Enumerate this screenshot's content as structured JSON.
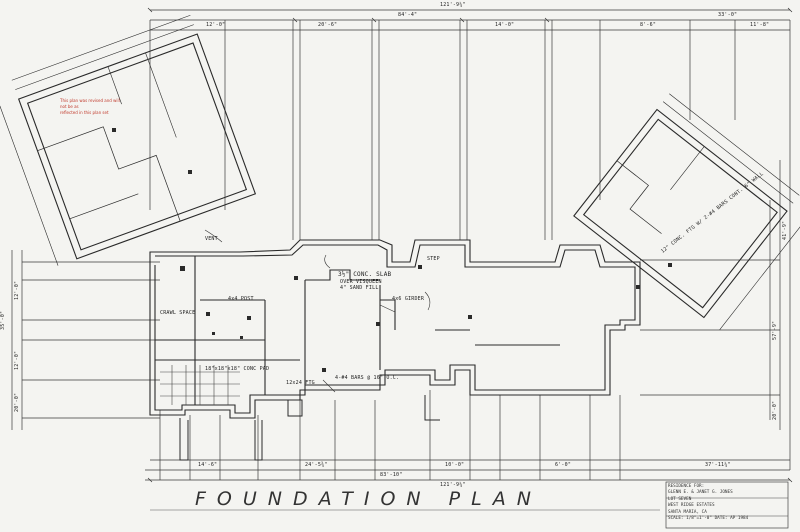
{
  "sheet": {
    "title": "FOUNDATION PLAN",
    "note_red": [
      "This plan was revised and will not be as",
      "reflected in this plan set"
    ],
    "title_block": {
      "line1": "RESIDENCE FOR:",
      "line2": "GLENN E. & JANET G. JONES",
      "line3": "LOT SEVEN",
      "line4": "WEST RIDGE ESTATES",
      "line5": "SANTA MARIA, CA",
      "scale": "SCALE: 1/8\"=1'-0\"",
      "date": "DATE: AP 1984"
    },
    "callouts": {
      "slab": "3½\" CONC. SLAB",
      "slab_sub1": "OVER VISQUEEN",
      "slab_sub2": "4\" SAND FILL",
      "crawl": "CRAWL SPACE",
      "girder": "4x6 GIRDER",
      "step": "STEP",
      "wall": "12x24 FTG",
      "pad": "18\"x18\"x18\" CONC PAD",
      "pier": "4x4 POST",
      "vent": "VENT",
      "wing_note": "12\" CONC. FTG W/ 2-#4 BARS CONT. 6\" WALL",
      "rebar": "4-#4 BARS @ 16\" O.C."
    },
    "dims_top": [
      "121'-9¼\"",
      "84'-4\"",
      "33'-0\"",
      "12'-0\"",
      "20'-6\"",
      "14'-0\"",
      "8'-6\"",
      "11'-8\""
    ],
    "dims_bottom": [
      "121'-9¼\"",
      "83'-10\"",
      "37'-11¼\"",
      "24'-5¾\"",
      "14'-6\"",
      "10'-0\"",
      "6'-0\""
    ],
    "dims_left": [
      "35'-0\"",
      "12'-0\"",
      "12'-0\"",
      "20'-0\""
    ],
    "dims_right": [
      "41'-9\"",
      "57'-9\"",
      "20'-0\""
    ]
  }
}
